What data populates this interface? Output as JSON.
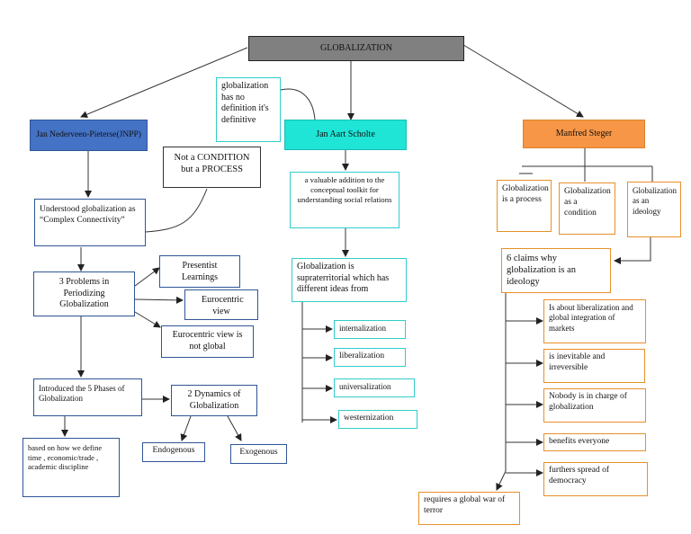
{
  "title": "GLOBALIZATION",
  "colors": {
    "title_bg": "#808080",
    "jnpp": "#4472c4",
    "scholte": "#1ee5d6",
    "steger": "#f79646"
  },
  "jnpp": {
    "header": "Jan Nederveen-Pieterse(JNPP)",
    "process_note": "Not a CONDITION but a PROCESS",
    "connectivity": "Understood globalization as “Complex Connectivity”",
    "problems": "3 Problems in Periodizing Globalization",
    "presentist": "Presentist Learnings",
    "eurocentric": "Eurocentric view",
    "not_global": "Eurocentric view is not global",
    "phases": "Introduced the 5 Phases of Globalization",
    "dynamics": "2 Dynamics of Globalization",
    "endogenous": "Endogenous",
    "exogenous": "Exogenous",
    "based_on": "based on how we define time , economic/trade , academic discipline"
  },
  "scholte": {
    "no_def": "globalization has no definition it's definitive",
    "header": "Jan Aart Scholte",
    "addition": "a valuable addition to the conceptual toolkit for understanding social relations",
    "supraterritorial": "Globalization is supraterritorial which has different ideas from",
    "ideas": [
      "internalization",
      "liberalization",
      "universalization",
      "westernization"
    ]
  },
  "steger": {
    "header": "Manfred Steger",
    "process": "Globalization is a process",
    "condition": "Globalization as a condition",
    "ideology": "Globalization as an ideology",
    "claims_title": "6 claims why globalization is an ideology",
    "claims": [
      "Is about liberalization and global integration of markets",
      "is inevitable and irreversible",
      "Nobody is in charge of globalization",
      "benefits everyone",
      "furthers spread of democracy"
    ],
    "terror": "requires a global war of terror"
  }
}
